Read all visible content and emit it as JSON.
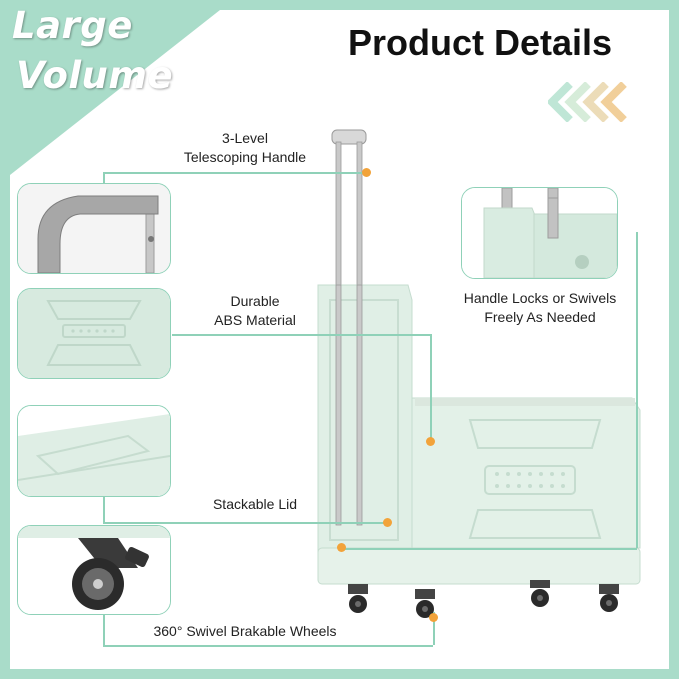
{
  "headline": {
    "line1": "Large",
    "line2": "Volume"
  },
  "title": "Product Details",
  "features": {
    "handle_line1": "3-Level",
    "handle_line2": "Telescoping Handle",
    "material_line1": "Durable",
    "material_line2": "ABS Material",
    "lid": "Stackable Lid",
    "wheels": "360° Swivel Brakable Wheels",
    "lock_line1": "Handle Locks or Swivels",
    "lock_line2": "Freely As Needed"
  },
  "colors": {
    "mint_background": "#a9dcc9",
    "cart_body": "#e0efe6",
    "accent_dot": "#f2a33a",
    "frame_line": "#8fd1b8"
  }
}
